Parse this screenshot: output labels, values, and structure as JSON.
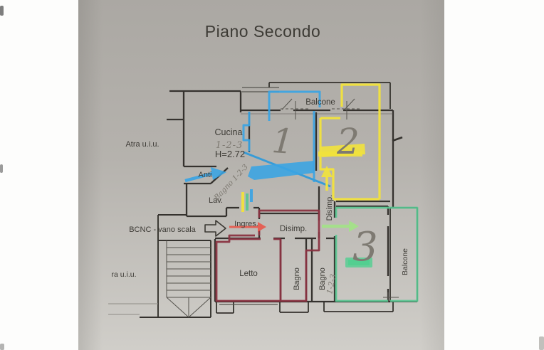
{
  "title": "Piano Secondo",
  "colors": {
    "paper_top": "#aba8a3",
    "paper_mid": "#b5b2ad",
    "paper_bottom": "#d0cec9",
    "ink": "#3d3b36",
    "wall": "#35332e",
    "pencil": "#7e7a72",
    "unit1_blue": "#3aa4e4",
    "unit2_yellow": "#f2e33c",
    "unit3_green": "#56c691",
    "green_marker": "#4ecf8f",
    "green_arrow": "#9fe97f",
    "apartment_outline_red": "#8a3140",
    "entry_arrow_red": "#e8584a"
  },
  "plan": {
    "rooms": {
      "balcone_top": "Balcone",
      "cucina": "Cucina",
      "anti": "Anti",
      "lav": "Lav.",
      "ingresso": "Ingres.",
      "disimpegno": "Disimp.",
      "disimpegno_corridor": "Disimp.",
      "letto": "Letto",
      "bagno_left": "Bagno",
      "bagno_right": "Bagno",
      "balcone_right": "Balcone"
    },
    "notes": {
      "ceiling_height": "H=2.72",
      "other_unit_top": "Atra u.i.u.",
      "other_unit_bottom": "ra u.i.u.",
      "stairwell": "BCNC - vano scala"
    },
    "handwritten": {
      "unit_1": "1",
      "unit_2": "2",
      "unit_3": "3",
      "cucina_units": "1-2-3",
      "bagno_units": "1-2-3",
      "diagonal_note": "Bagno 1-2-3"
    }
  }
}
